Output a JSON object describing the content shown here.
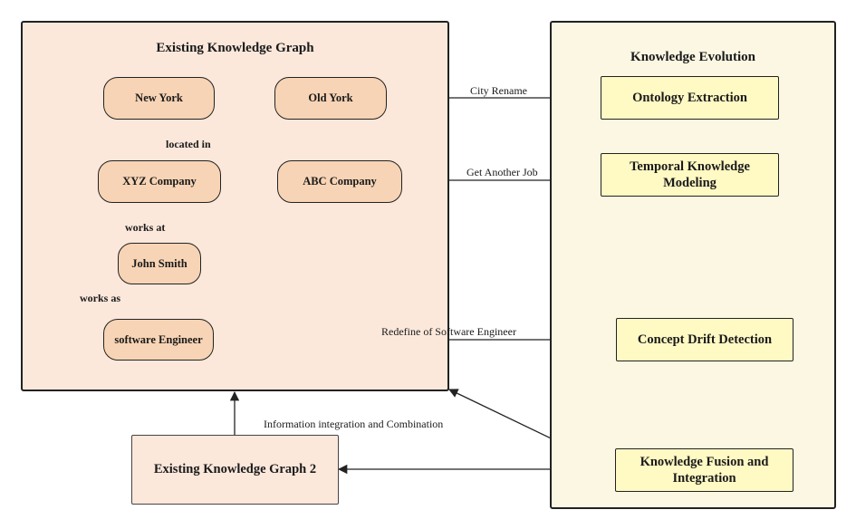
{
  "kg_panel": {
    "title": "Existing Knowledge Graph"
  },
  "evolution_panel": {
    "title": "Knowledge Evolution"
  },
  "nodes": {
    "new_york": "New York",
    "old_york": "Old York",
    "xyz_company": "XYZ Company",
    "abc_company": "ABC Company",
    "john_smith": "John Smith",
    "software_engineer": "software Engineer"
  },
  "relations": {
    "located_in": "located in",
    "works_at": "works at",
    "works_as": "works as"
  },
  "evolution_tasks": {
    "ontology_extraction": "Ontology Extraction",
    "temporal_modeling": "Temporal Knowledge Modeling",
    "concept_drift": "Concept Drift Detection",
    "fusion": "Knowledge Fusion and Integration"
  },
  "evolution_edges": {
    "city_rename": "City Rename",
    "another_job": "Get Another Job",
    "redefine": "Redefine of Software Engineer",
    "integration": "Information integration and Combination"
  },
  "kg2": {
    "title": "Existing Knowledge Graph 2"
  },
  "colors": {
    "kg_panel_fill": "#fbe8db",
    "node_fill": "#f7d4b5",
    "evolution_panel_fill": "#fcf7e3",
    "task_fill": "#fff9c4",
    "stroke": "#222222"
  }
}
